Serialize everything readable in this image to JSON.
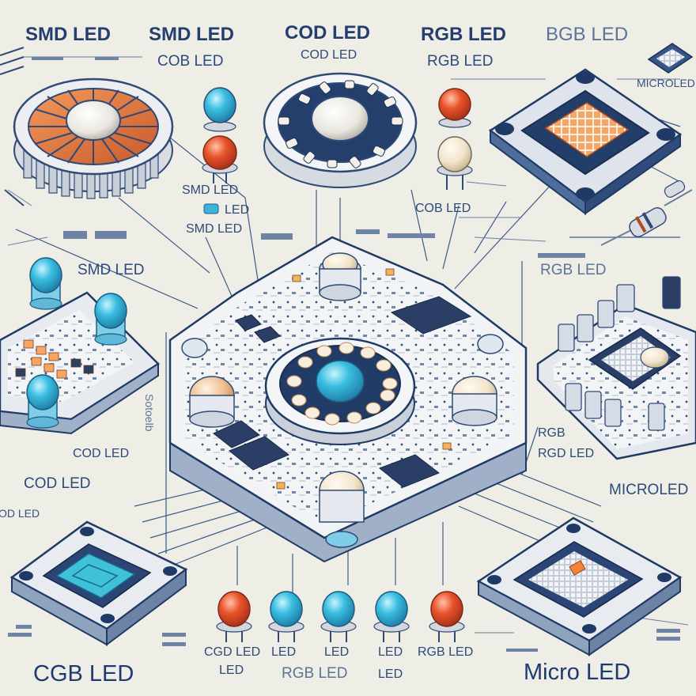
{
  "labels": {
    "top_smd_1": "SMD LED",
    "top_smd_2": "SMD LED",
    "top_cod": "COD LED",
    "top_rgb": "RGB LED",
    "top_bgb": "BGB LED",
    "cob_upper_left": "COB LED",
    "cod_upper_center": "COD LED",
    "rgb_upper_right": "RGB LED",
    "microled_top_right": "MICROLED",
    "smd_mid_1": "SMD LED",
    "led_mid": "LED",
    "smd_mid_2": "SMD LED",
    "cob_right": "COB LED",
    "smd_left": "SMD LED",
    "rgb_right_1": "RGB LED",
    "rgb_right_2": "RGB",
    "rgd_right": "RGD LED",
    "cod_left_1": "COD LED",
    "cod_left_2": "COD LED",
    "od_left": "OD LED",
    "microled_right": "MICROLED",
    "cgd_bottom": "CGD LED",
    "led_b1": "LED",
    "cgb_bottom_left": "CGB LED",
    "led_b2": "LED",
    "led_b3": "LED",
    "led_b4": "LED",
    "rgb_b5": "RGB LED",
    "rgb_bottom_center": "RGB LED",
    "led_b6": "LED",
    "micro_led_bottom_right": "Micro LED",
    "board_side_text": "Sotoelb"
  },
  "colors": {
    "background": "#efeee6",
    "navy": "#1d3f73",
    "ring_orange": "#e0743a",
    "chip_cyan": "#38b7d8",
    "led_red": "#e2502b",
    "led_blue": "#3fb2dc",
    "board": "#f2f3f4",
    "dark_ic": "#2b3f66"
  },
  "icons": [
    "heatsink-led-icon",
    "cob-ring-led-icon",
    "rgb-chip-icon",
    "led-bulb-icon",
    "pcb-board-icon",
    "microled-chip-icon",
    "resistor-icon"
  ]
}
